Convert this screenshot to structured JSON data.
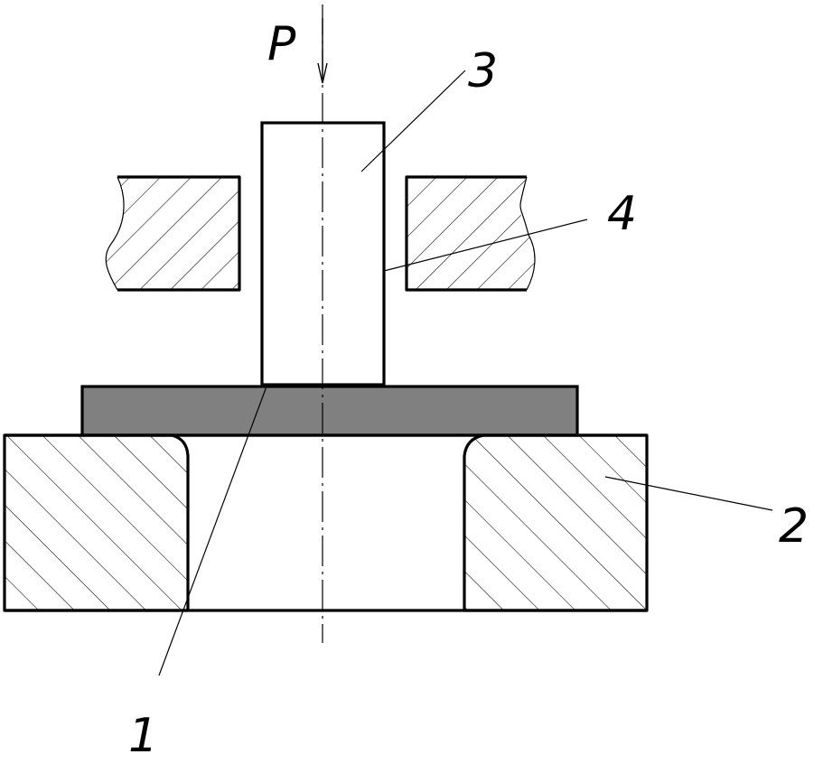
{
  "labels": {
    "force": "P",
    "part_1": "1",
    "part_2": "2",
    "part_3": "3",
    "part_4": "4"
  },
  "colors": {
    "line": "#000000",
    "blank_fill": "#808080",
    "background": "#ffffff"
  }
}
